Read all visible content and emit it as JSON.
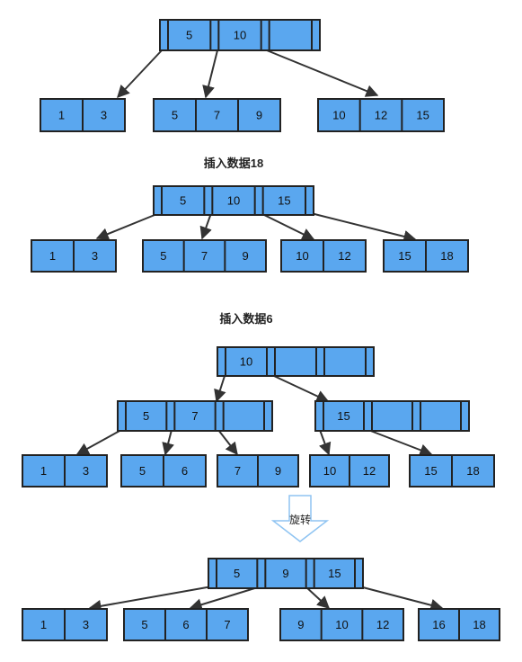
{
  "captions": {
    "insert18": "插入数据18",
    "insert6": "插入数据6",
    "rotate": "旋转"
  },
  "colors": {
    "node_fill": "#5aa7ef",
    "border": "#222222",
    "edge": "#333333",
    "arrow_outline": "#8fc4f2"
  },
  "diagrams": [
    {
      "id": "initial",
      "nodes": [
        {
          "id": "i-root",
          "keys": [
            "5",
            "10",
            ""
          ]
        },
        {
          "id": "i-l1",
          "keys": [
            "1",
            "3"
          ]
        },
        {
          "id": "i-l2",
          "keys": [
            "5",
            "7",
            "9"
          ]
        },
        {
          "id": "i-l3",
          "keys": [
            "10",
            "12",
            "15"
          ]
        }
      ]
    },
    {
      "id": "after-18",
      "nodes": [
        {
          "id": "a-root",
          "keys": [
            "5",
            "10",
            "15"
          ]
        },
        {
          "id": "a-l1",
          "keys": [
            "1",
            "3"
          ]
        },
        {
          "id": "a-l2",
          "keys": [
            "5",
            "7",
            "9"
          ]
        },
        {
          "id": "a-l3",
          "keys": [
            "10",
            "12"
          ]
        },
        {
          "id": "a-l4",
          "keys": [
            "15",
            "18"
          ]
        }
      ]
    },
    {
      "id": "after-6",
      "nodes": [
        {
          "id": "b-root",
          "keys": [
            "10",
            "",
            ""
          ]
        },
        {
          "id": "b-m1",
          "keys": [
            "5",
            "7",
            ""
          ]
        },
        {
          "id": "b-m2",
          "keys": [
            "15",
            "",
            ""
          ]
        },
        {
          "id": "b-l1",
          "keys": [
            "1",
            "3"
          ]
        },
        {
          "id": "b-l2",
          "keys": [
            "5",
            "6"
          ]
        },
        {
          "id": "b-l3",
          "keys": [
            "7",
            "9"
          ]
        },
        {
          "id": "b-l4",
          "keys": [
            "10",
            "12"
          ]
        },
        {
          "id": "b-l5",
          "keys": [
            "15",
            "18"
          ]
        }
      ]
    },
    {
      "id": "rotated",
      "nodes": [
        {
          "id": "r-root",
          "keys": [
            "5",
            "9",
            "15"
          ]
        },
        {
          "id": "r-l1",
          "keys": [
            "1",
            "3"
          ]
        },
        {
          "id": "r-l2",
          "keys": [
            "5",
            "6",
            "7"
          ]
        },
        {
          "id": "r-l3",
          "keys": [
            "9",
            "10",
            "12"
          ]
        },
        {
          "id": "r-l4",
          "keys": [
            "16",
            "18"
          ]
        }
      ]
    }
  ]
}
